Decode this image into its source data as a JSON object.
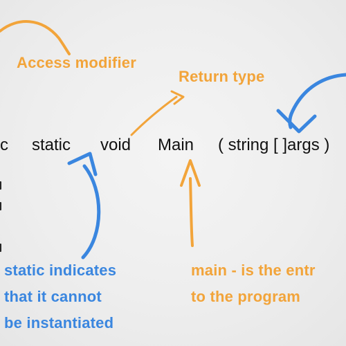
{
  "labels": {
    "access_modifier": "Access modifier",
    "return_type": "Return type",
    "static_note_line1": "static indicates",
    "static_note_line2": "that it cannot",
    "static_note_line3": "be instantiated",
    "main_note_line1": "main - is the entr",
    "main_note_line2": "to the program"
  },
  "code_tokens": {
    "c": "c",
    "static": "static",
    "void": "void",
    "main": "Main",
    "args": "( string [ ]args )"
  },
  "colors": {
    "orange": "#f2a43a",
    "blue": "#3a86df",
    "text": "#111111"
  }
}
